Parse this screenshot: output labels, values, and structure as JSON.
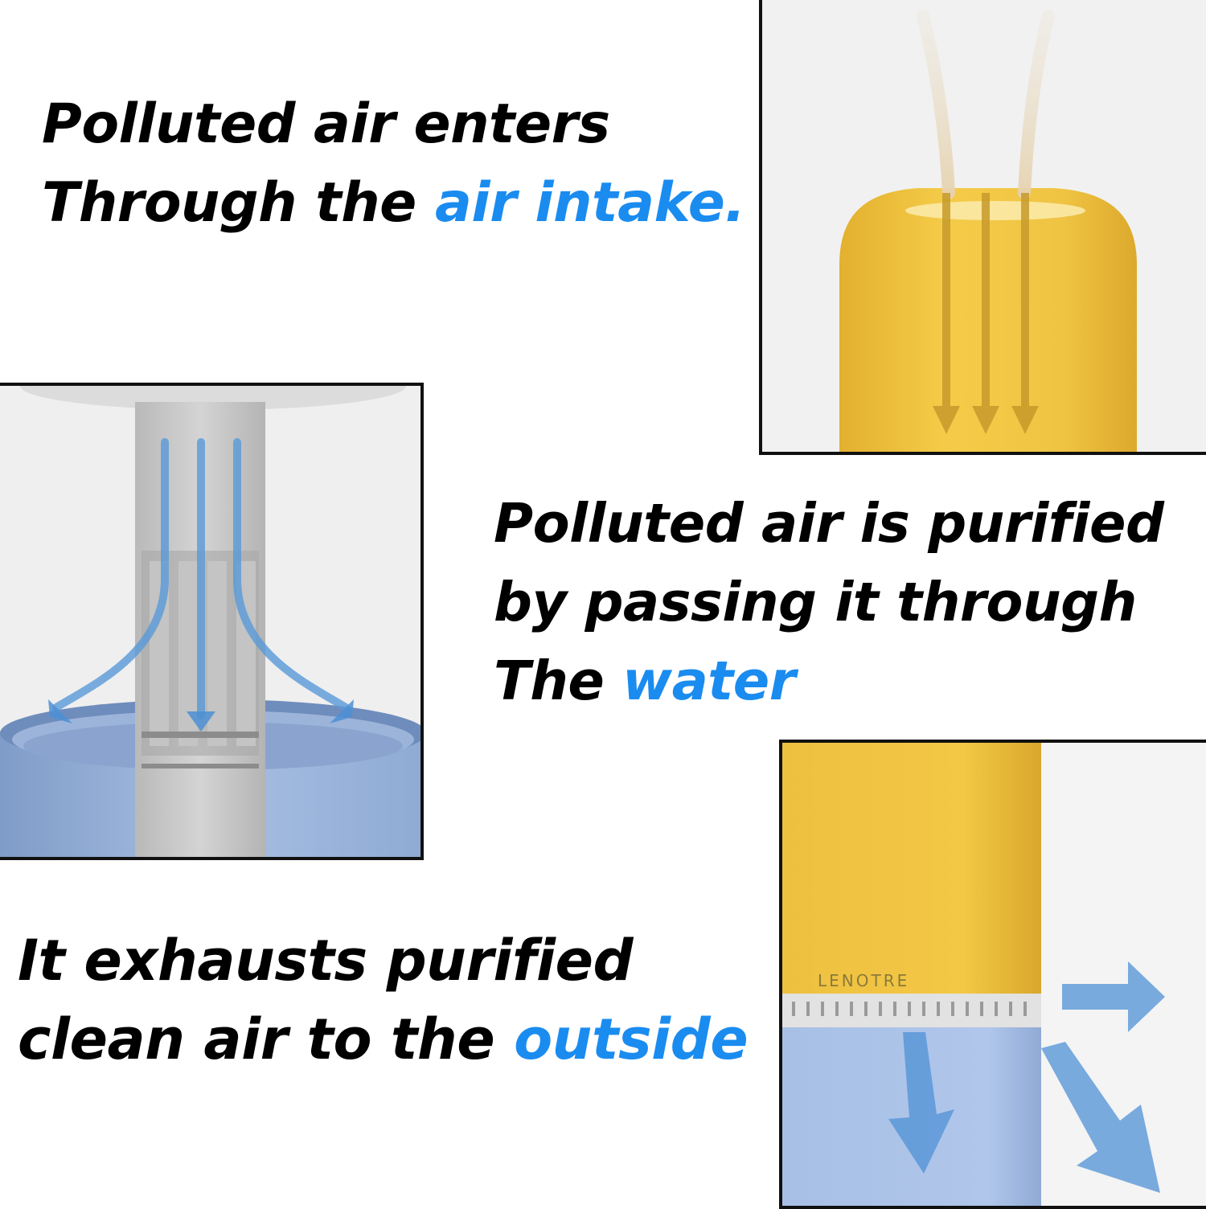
{
  "captions": {
    "intake": {
      "line1": "Polluted air enters",
      "line2_prefix": "Through the ",
      "line2_accent": "air intake."
    },
    "purify": {
      "line1": "Polluted air is purified",
      "line2": "by passing it through",
      "line3_prefix": "The ",
      "line3_accent": "water"
    },
    "exhaust": {
      "line1": "It exhausts purified",
      "line2_prefix": "clean air to the ",
      "line2_accent": "outside"
    }
  },
  "device": {
    "brand_label": "LENOTRE"
  },
  "colors": {
    "text": "#000000",
    "accent": "#1a8cf0",
    "device_yellow": "#f2c640",
    "device_blue": "#a9bfe2",
    "airflow_intake": "#c9a23a",
    "airflow_water": "#5a9ad8"
  },
  "panels": [
    {
      "id": "intake",
      "subject": "yellow cap with downward airflow arrows"
    },
    {
      "id": "chamber",
      "subject": "grey inner tube with blue airflow into water chamber"
    },
    {
      "id": "exhaust",
      "subject": "yellow-and-blue device exhausting clean air"
    }
  ]
}
